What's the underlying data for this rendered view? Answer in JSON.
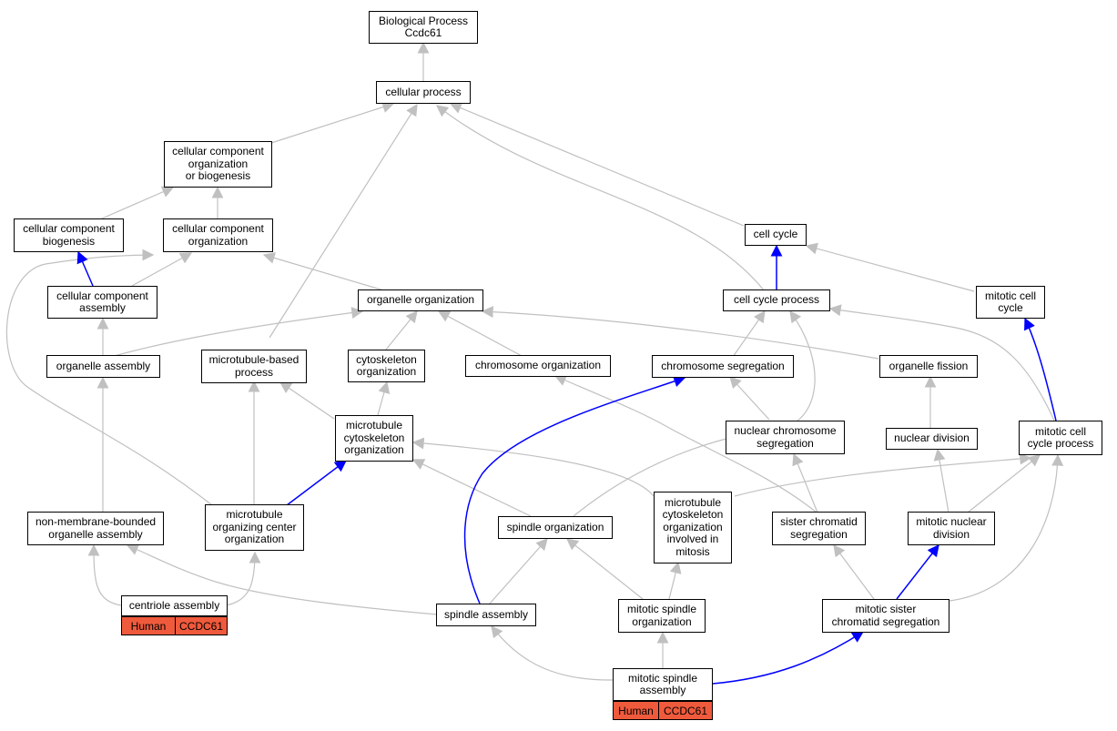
{
  "nodes": {
    "bp_root": "Biological Process\nCcdc61",
    "cellular_process": "cellular process",
    "ccob": "cellular component\norganization\nor biogenesis",
    "cc_biogenesis": "cellular component\nbiogenesis",
    "cc_organization": "cellular component\norganization",
    "cell_cycle": "cell cycle",
    "cc_assembly": "cellular component\nassembly",
    "organelle_org": "organelle organization",
    "cell_cycle_process": "cell cycle process",
    "mitotic_cell_cycle": "mitotic cell\ncycle",
    "organelle_assembly": "organelle assembly",
    "mt_based_process": "microtubule-based\nprocess",
    "cytoskeleton_org": "cytoskeleton\norganization",
    "chromosome_org": "chromosome organization",
    "chromosome_seg": "chromosome segregation",
    "organelle_fission": "organelle fission",
    "mt_cytoskeleton_org": "microtubule\ncytoskeleton\norganization",
    "nuclear_chrom_seg": "nuclear chromosome\nsegregation",
    "nuclear_division": "nuclear division",
    "mitotic_ccp": "mitotic cell\ncycle process",
    "nmb_organelle_assembly": "non-membrane-bounded\norganelle assembly",
    "mtoc_org": "microtubule\norganizing center\norganization",
    "spindle_org": "spindle organization",
    "mt_cyto_org_mitosis": "microtubule\ncytoskeleton\norganization\ninvolved in\nmitosis",
    "sister_chromatid_seg": "sister chromatid\nsegregation",
    "mitotic_nuclear_div": "mitotic nuclear\ndivision",
    "centriole_assembly": "centriole assembly",
    "spindle_assembly": "spindle assembly",
    "mitotic_spindle_org": "mitotic spindle\norganization",
    "mitotic_sister_chrom_seg": "mitotic sister\nchromatid segregation",
    "mitotic_spindle_assembly": "mitotic spindle\nassembly"
  },
  "annotations": {
    "centriole_assembly": {
      "species": "Human",
      "gene": "CCDC61"
    },
    "mitotic_spindle_assembly": {
      "species": "Human",
      "gene": "CCDC61"
    }
  },
  "colors": {
    "edge_gray": "#c0c0c0",
    "edge_blue": "#0000ff",
    "tag": "#f05a3c"
  }
}
